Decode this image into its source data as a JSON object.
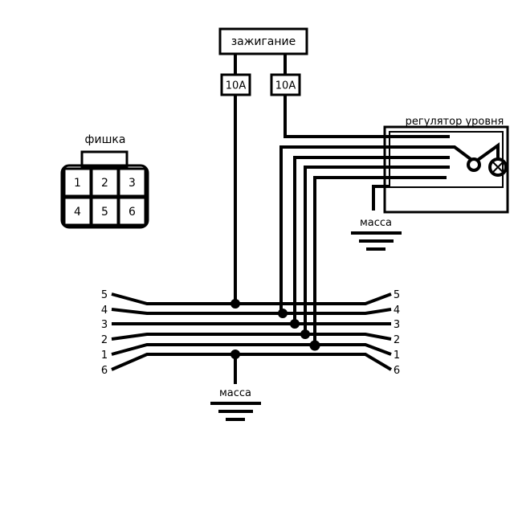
{
  "ignition": {
    "label": "зажигание"
  },
  "fuses": [
    {
      "label": "10A"
    },
    {
      "label": "10A"
    }
  ],
  "regulator": {
    "label": "регулятор уровня"
  },
  "grounds": {
    "regulator": "масса",
    "harness": "масса"
  },
  "connector": {
    "label": "фишка",
    "pins": [
      "1",
      "2",
      "3",
      "4",
      "5",
      "6"
    ]
  },
  "harness": {
    "left_labels": [
      "5",
      "4",
      "3",
      "2",
      "1",
      "6"
    ],
    "right_labels": [
      "5",
      "4",
      "3",
      "2",
      "1",
      "6"
    ]
  },
  "colors": {
    "ink": "#000000",
    "paper": "#ffffff"
  }
}
